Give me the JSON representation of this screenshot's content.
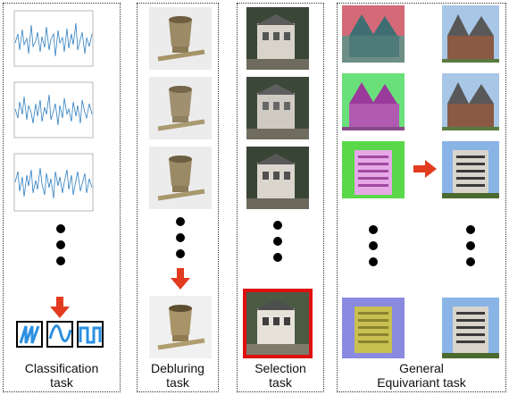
{
  "labels": {
    "classification": "Classification\ntask",
    "debluring": "Debluring\ntask",
    "selection": "Selection\ntask",
    "equivariant": "General\nEquivariant task"
  },
  "colors": {
    "arrow": "#e23b1f",
    "signal": "#2f7fc1",
    "icon_blue": "#2b8fe0",
    "selection_border": "#e01010"
  },
  "icons": [
    "sawtooth-wave-icon",
    "sine-wave-icon",
    "square-wave-icon"
  ]
}
